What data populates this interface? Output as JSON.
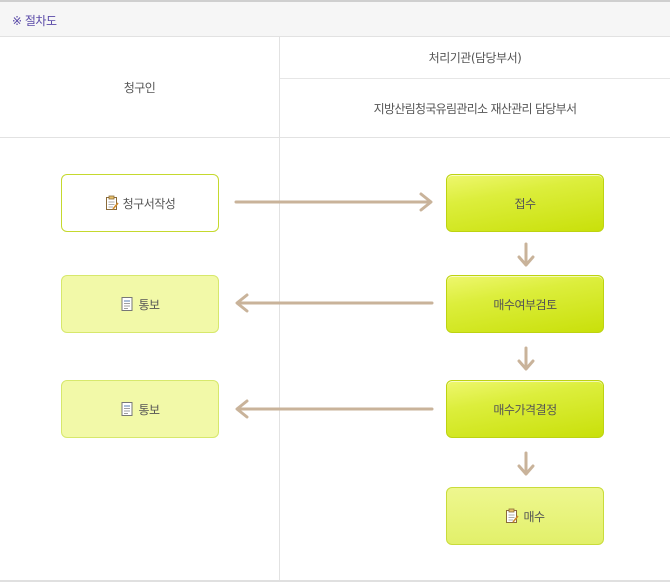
{
  "title": "※ 절차도",
  "headers": {
    "requester": "청구인",
    "agency": "처리기관(담당부서)",
    "department": "지방산림청국유림관리소 재산관리 담당부서"
  },
  "left_steps": [
    {
      "label": "청구서작성",
      "icon": "memo-icon"
    },
    {
      "label": "통보",
      "icon": "document-icon"
    },
    {
      "label": "통보",
      "icon": "document-icon"
    }
  ],
  "right_steps": [
    {
      "label": "접수"
    },
    {
      "label": "매수여부검토"
    },
    {
      "label": "매수가격결정"
    },
    {
      "label": "매수",
      "icon": "memo-icon"
    }
  ],
  "colors": {
    "accent": "#5a4aa8",
    "arrow": "#c9b39a",
    "box_border": "#c5d92e",
    "box_green": "#d4e81f",
    "box_pale": "#f2f9a8"
  }
}
